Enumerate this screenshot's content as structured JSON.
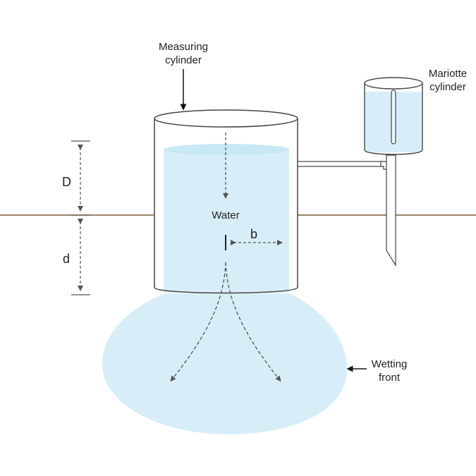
{
  "labels": {
    "measuring_cylinder": [
      "Measuring",
      "cylinder"
    ],
    "mariotte_cylinder": [
      "Mariotte",
      "cylinder"
    ],
    "water": "Water",
    "wetting_front": [
      "Wetting",
      "front"
    ],
    "depth_above": "D",
    "depth_below": "d",
    "radius": "b"
  },
  "colors": {
    "water": "#d7eef8",
    "water_light": "#e6f5fb",
    "outline": "#444444",
    "ground_line": "#7a5a3a",
    "dashed_arrow": "#555555"
  }
}
